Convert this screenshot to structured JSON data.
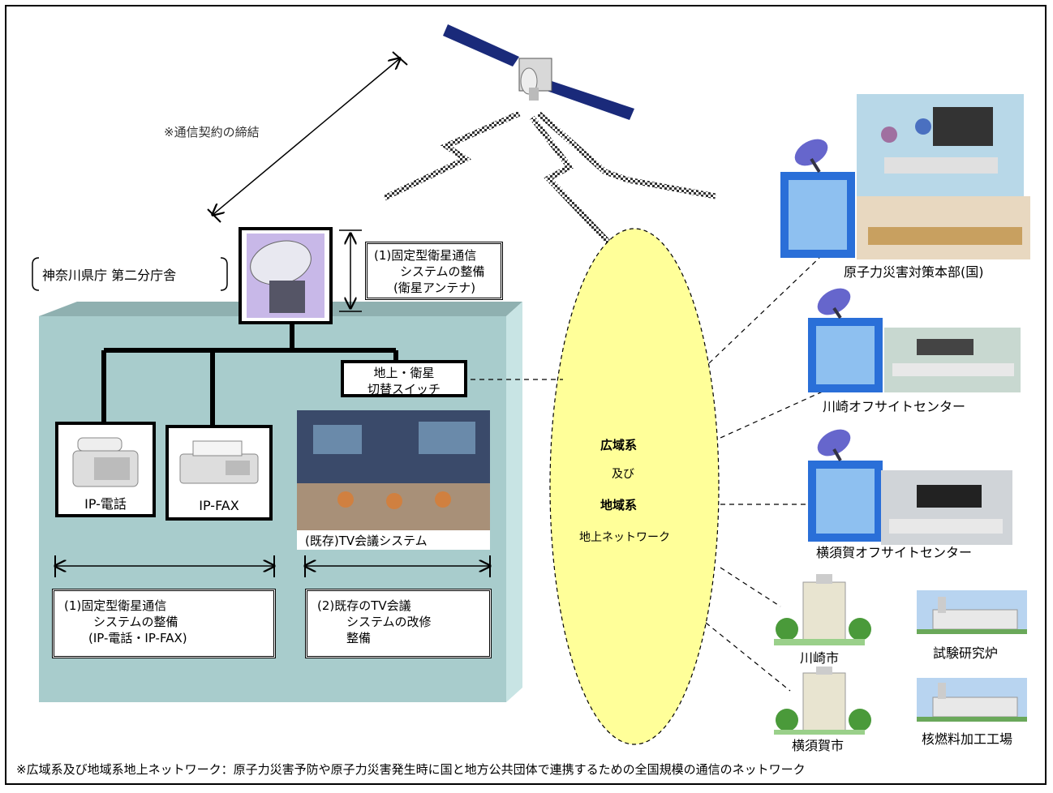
{
  "contract_note": "※通信契約の締結",
  "prefecture_office": "神奈川県庁 第二分庁舎",
  "antenna_box": [
    "(1)固定型衛星通信",
    "システムの整備",
    "(衛星アンテナ)"
  ],
  "switch_box": [
    "地上・衛星",
    "切替スイッチ"
  ],
  "devices": {
    "ip_phone": "IP-電話",
    "ip_fax": "IP-FAX",
    "tv_conference": "(既存)TV会議システム"
  },
  "bottom_boxes": {
    "left": [
      "(1)固定型衛星通信",
      "システムの整備",
      "(IP-電話・IP-FAX)"
    ],
    "right": [
      "(2)既存のTV会議",
      "システムの改修",
      "整備"
    ]
  },
  "network": {
    "line1": "広域系",
    "line2": "及び",
    "line3": "地域系",
    "line4": "地上ネットワーク"
  },
  "sites": {
    "hq": "原子力災害対策本部(国)",
    "kawasaki_center": "川崎オフサイトセンター",
    "yokosuka_center": "横須賀オフサイトセンター",
    "kawasaki_city": "川崎市",
    "test_reactor": "試験研究炉",
    "yokosuka_city": "横須賀市",
    "fuel_plant": "核燃料加工工場"
  },
  "footnote": "※広域系及び地域系地上ネットワーク：原子力災害予防や原子力災害発生時に国と地方公共団体で連携するための全国規模の通信のネットワーク",
  "colors": {
    "building_face": "#a8cccc",
    "building_side": "#c8e4e4",
    "network_ellipse": "#ffff99"
  }
}
